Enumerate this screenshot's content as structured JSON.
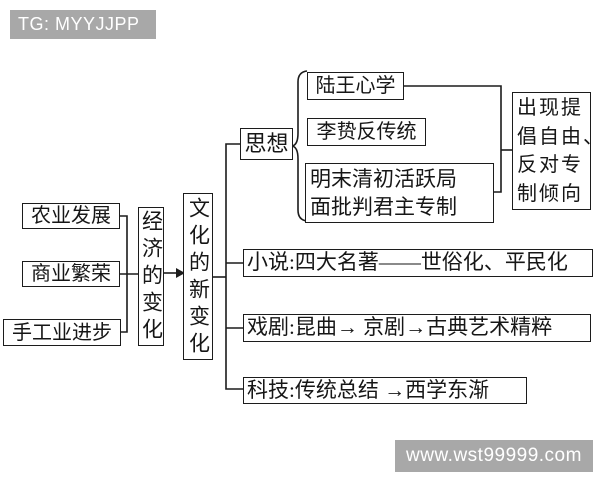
{
  "watermarks": {
    "top_left": "TG: MYYJJPP",
    "bottom_right": "www.wst99999.com"
  },
  "colors": {
    "background": "#ffffff",
    "line": "#1c1c1c",
    "watermark_bg": "#a8a8a8",
    "watermark_text": "#ffffff"
  },
  "diagram": {
    "causes": [
      "农业发展",
      "商业繁荣",
      "手工业进步"
    ],
    "economic_change": "经济的变化",
    "cultural_change": "文化的新变化",
    "branches": {
      "thought": {
        "label": "思想",
        "items": {
          "luwang": "陆王心学",
          "lizhi": "李贽反传统",
          "mingqing_lines": [
            "明末清初活跃局",
            "面批判君主专制"
          ]
        },
        "result_lines": [
          "出现提",
          "倡自由、",
          "反对专",
          "制倾向"
        ]
      },
      "novel": "小说:四大名著——世俗化、平民化",
      "drama": "戏剧:昆曲→ 京剧→古典艺术精粹",
      "technology": "科技:传统总结 →西学东渐"
    }
  }
}
